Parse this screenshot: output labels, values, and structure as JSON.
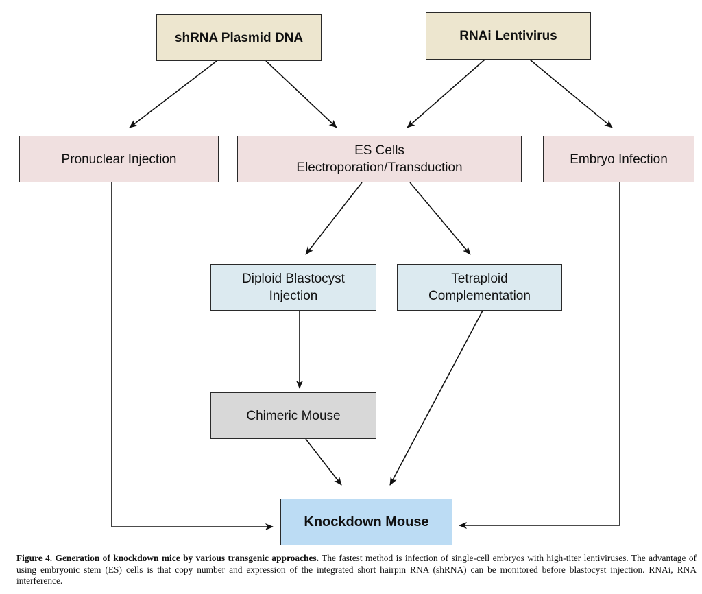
{
  "nodes": {
    "shrna_plasmid": "shRNA Plasmid DNA",
    "rnai_lentivirus": "RNAi Lentivirus",
    "pronuclear_injection": "Pronuclear Injection",
    "es_cells": "ES Cells\nElectroporation/Transduction",
    "embryo_infection": "Embryo Infection",
    "diploid_blastocyst": "Diploid Blastocyst\nInjection",
    "tetraploid": "Tetraploid\nComplementation",
    "chimeric_mouse": "Chimeric Mouse",
    "knockdown_mouse": "Knockdown Mouse"
  },
  "edges": [
    {
      "from": "shrna_plasmid",
      "to": "pronuclear_injection"
    },
    {
      "from": "shrna_plasmid",
      "to": "es_cells"
    },
    {
      "from": "rnai_lentivirus",
      "to": "es_cells"
    },
    {
      "from": "rnai_lentivirus",
      "to": "embryo_infection"
    },
    {
      "from": "es_cells",
      "to": "diploid_blastocyst"
    },
    {
      "from": "es_cells",
      "to": "tetraploid"
    },
    {
      "from": "diploid_blastocyst",
      "to": "chimeric_mouse"
    },
    {
      "from": "chimeric_mouse",
      "to": "knockdown_mouse"
    },
    {
      "from": "tetraploid",
      "to": "knockdown_mouse"
    },
    {
      "from": "pronuclear_injection",
      "to": "knockdown_mouse"
    },
    {
      "from": "embryo_infection",
      "to": "knockdown_mouse"
    }
  ],
  "caption": {
    "title": "Figure 4. Generation of knockdown mice by various transgenic approaches.",
    "text": " The fastest method is infection of single-cell embryos with high-titer lentiviruses. The advantage of using embryonic stem (ES) cells is that copy number and expression of the integrated short hairpin RNA (shRNA) can be monitored before blastocyst injection. RNAi, RNA interference."
  }
}
